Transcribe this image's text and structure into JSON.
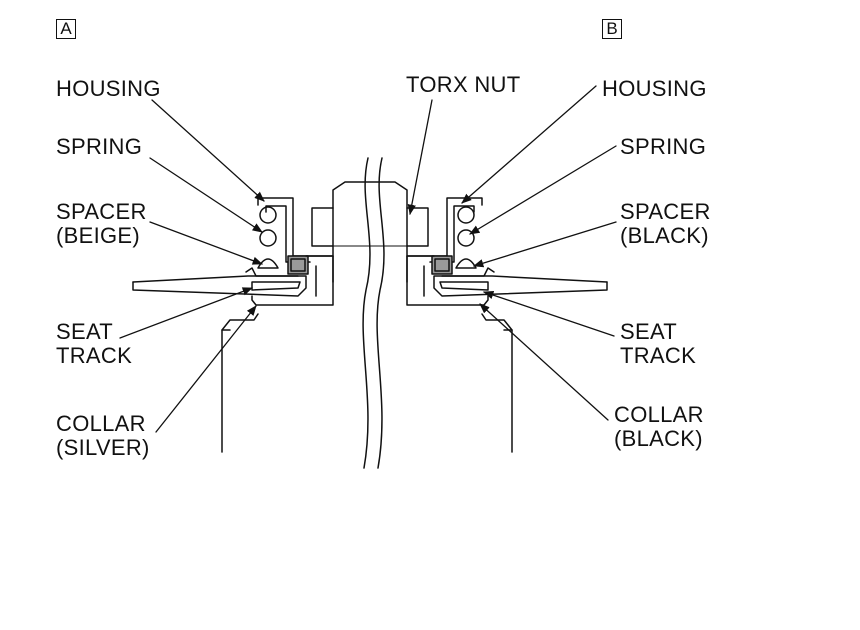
{
  "view_tags": {
    "a": "A",
    "b": "B"
  },
  "labels": {
    "torx_nut": "TORX NUT",
    "a": {
      "housing": "HOUSING",
      "spring": "SPRING",
      "spacer": "SPACER",
      "spacer_color": "(BEIGE)",
      "seat": "SEAT",
      "track": "TRACK",
      "collar": "COLLAR",
      "collar_color": "(SILVER)"
    },
    "b": {
      "housing": "HOUSING",
      "spring": "SPRING",
      "spacer": "SPACER",
      "spacer_color": "(BLACK)",
      "seat": "SEAT",
      "track": "TRACK",
      "collar": "COLLAR",
      "collar_color": "(BLACK)"
    }
  },
  "colors": {
    "ink": "#111111",
    "spacer_fill": "#9a9a9a",
    "background": "#ffffff"
  }
}
